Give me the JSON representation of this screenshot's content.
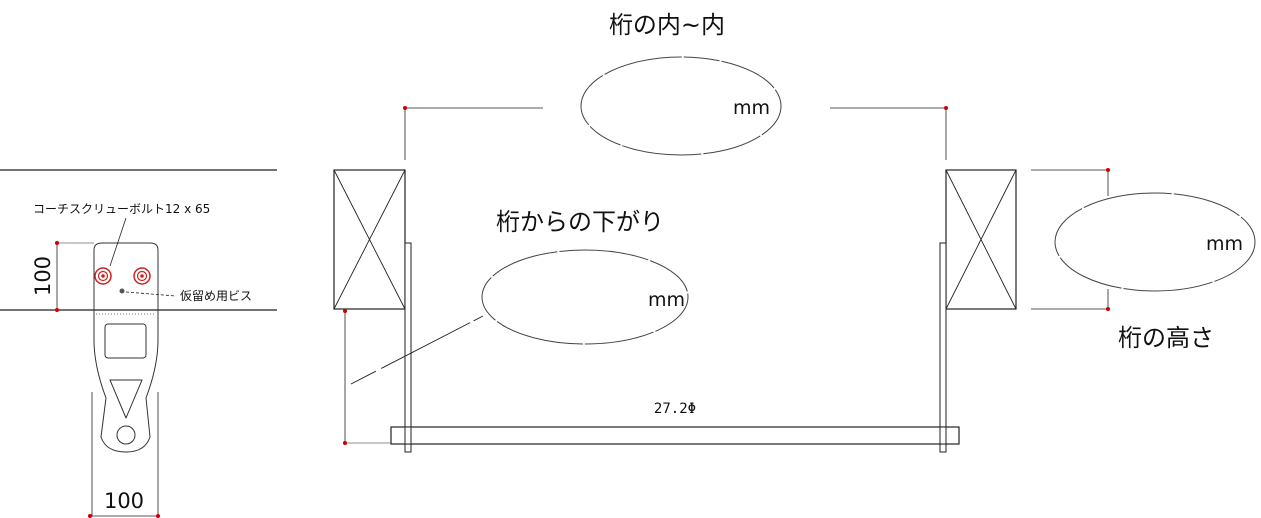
{
  "labels": {
    "bracket_bolt": "コーチスクリューボルト12 x 65",
    "bracket_screw": "仮留め用ビス",
    "dim_height_100": "100",
    "dim_width_100": "100",
    "span_inner": "桁の内~内",
    "drop_from_beam": "桁からの下がり",
    "beam_height": "桁の高さ",
    "pipe_diameter": "27.2Φ"
  },
  "units": {
    "span_inner": "mm",
    "drop_from_beam": "mm",
    "beam_height": "mm"
  },
  "colors": {
    "line": "#222222",
    "dim_point": "#cc0000",
    "bolt": "#d02020"
  }
}
